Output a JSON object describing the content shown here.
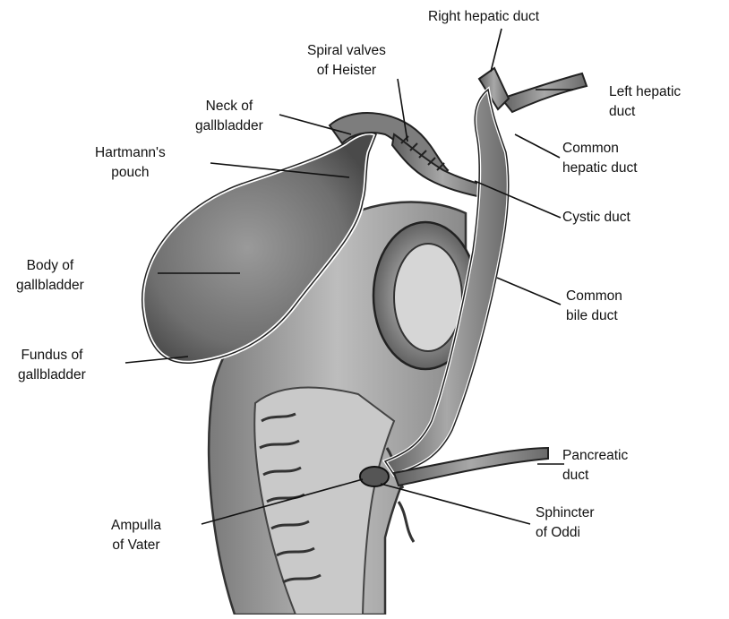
{
  "labels": {
    "right_hepatic_duct": [
      "Right hepatic duct"
    ],
    "spiral_valves": [
      "Spiral valves",
      "of Heister"
    ],
    "left_hepatic_duct": [
      "Left hepatic",
      "duct"
    ],
    "neck": [
      "Neck of",
      "gallbladder"
    ],
    "common_hepatic_duct": [
      "Common",
      "hepatic duct"
    ],
    "hartmann": [
      "Hartmann's",
      "pouch"
    ],
    "cystic_duct": [
      "Cystic duct"
    ],
    "body": [
      "Body of",
      "gallbladder"
    ],
    "common_bile_duct": [
      "Common",
      "bile duct"
    ],
    "fundus": [
      "Fundus of",
      "gallbladder"
    ],
    "pancreatic_duct": [
      "Pancreatic",
      "duct"
    ],
    "ampulla": [
      "Ampulla",
      "of Vater"
    ],
    "sphincter": [
      "Sphincter",
      "of Oddi"
    ]
  }
}
